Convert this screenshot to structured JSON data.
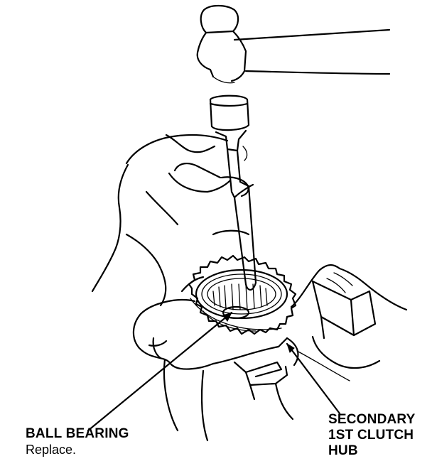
{
  "callouts": {
    "ball_bearing": {
      "name": "BALL BEARING",
      "note": "Replace."
    },
    "hub": {
      "line1": "SECONDARY",
      "line2": "1ST CLUTCH",
      "line3": "HUB"
    }
  }
}
